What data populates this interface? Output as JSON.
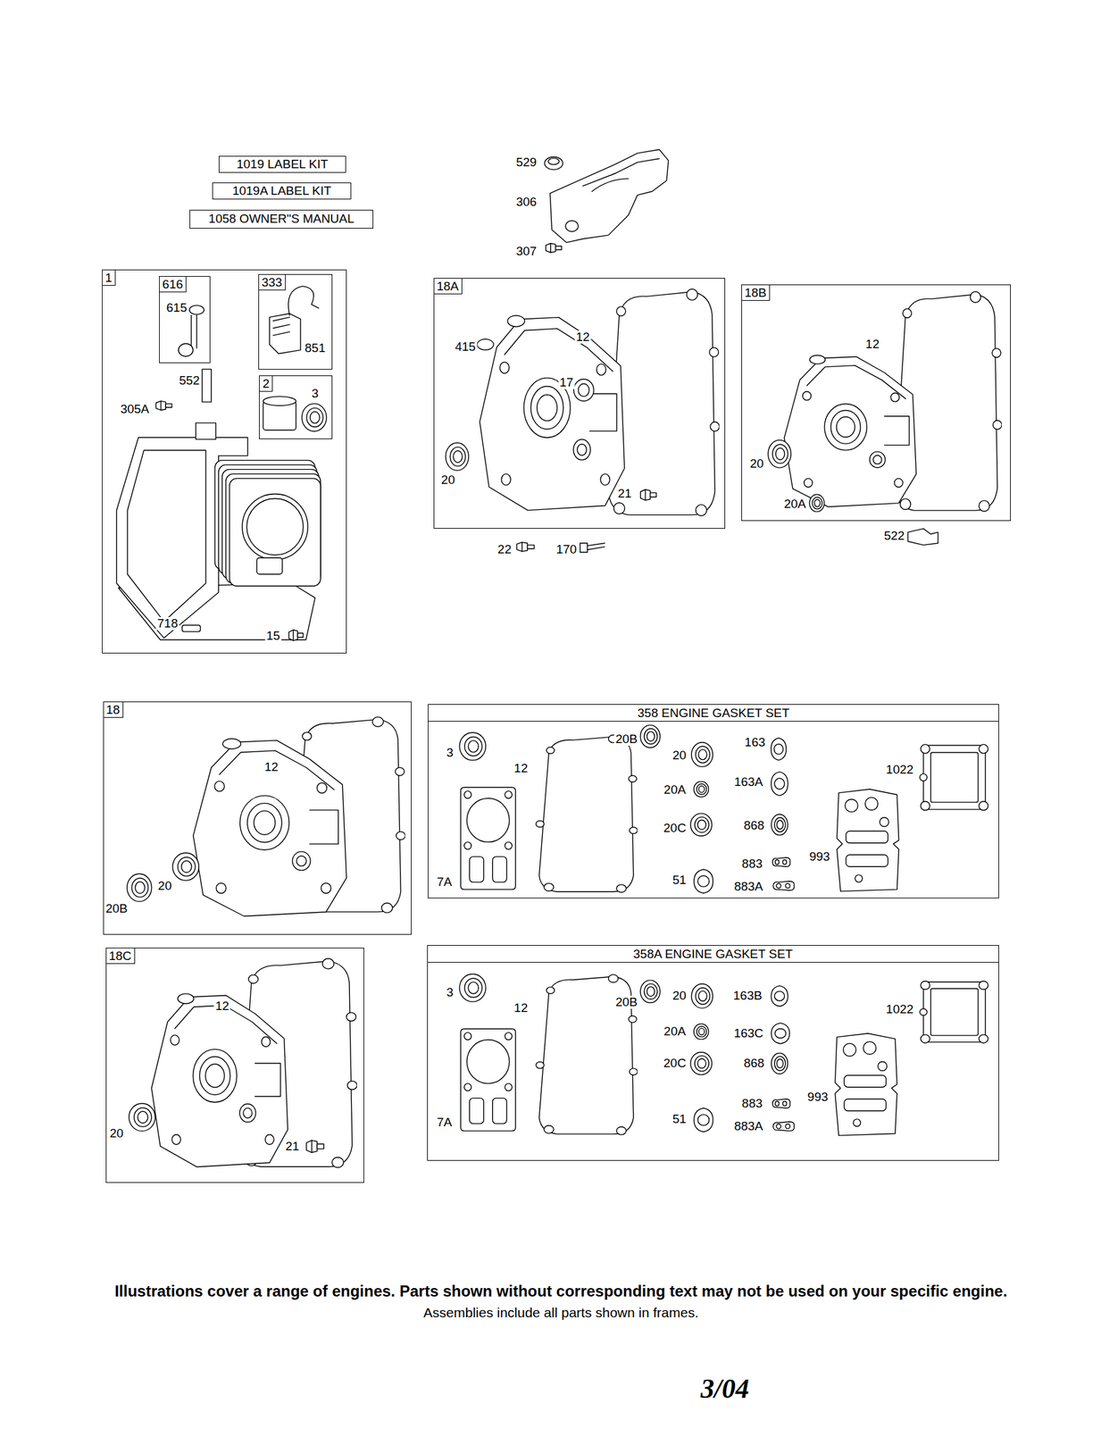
{
  "diagram": {
    "nodes": [
      {
        "text": [
          "1019 LABEL KIT"
        ]
      },
      {
        "text": [
          "1019A LABEL KIT"
        ]
      },
      {
        "text": [
          "1058 OWNER\"S MANUAL"
        ]
      },
      {
        "text": [
          "1"
        ]
      },
      {
        "text": [
          "616"
        ],
        "in": 3
      },
      {
        "text": [
          "333"
        ],
        "in": 3
      },
      {
        "text": [
          "2"
        ],
        "in": 3
      },
      {
        "text": [
          "18A"
        ]
      },
      {
        "text": [
          "18B"
        ]
      },
      {
        "text": [
          "18"
        ]
      },
      {
        "text": [
          "358 ENGINE GASKET SET"
        ]
      },
      {
        "text": [
          "18C"
        ]
      },
      {
        "text": [
          "358A ENGINE GASKET SET"
        ]
      }
    ],
    "labels": [
      "529",
      "306",
      "307",
      "615",
      "851",
      "552",
      "305A",
      "3",
      "718",
      "15",
      "415",
      "12",
      "17",
      "20",
      "21",
      "22",
      "170",
      "12",
      "20",
      "20A",
      "522",
      "12",
      "20",
      "20B",
      "3",
      "12",
      "20B",
      "20",
      "163",
      "20A",
      "163A",
      "1022",
      "20C",
      "868",
      "883",
      "993",
      "7A",
      "51",
      "883A",
      "12",
      "20",
      "21",
      "3",
      "12",
      "20B",
      "20",
      "163B",
      "1022",
      "20A",
      "163C",
      "20C",
      "868",
      "883",
      "993",
      "7A",
      "51",
      "883A",
      "Illustrations cover a range of engines. Parts shown without corresponding text may not be used on your specific engine.",
      "Assemblies include all parts shown in frames.",
      "3/04"
    ]
  }
}
